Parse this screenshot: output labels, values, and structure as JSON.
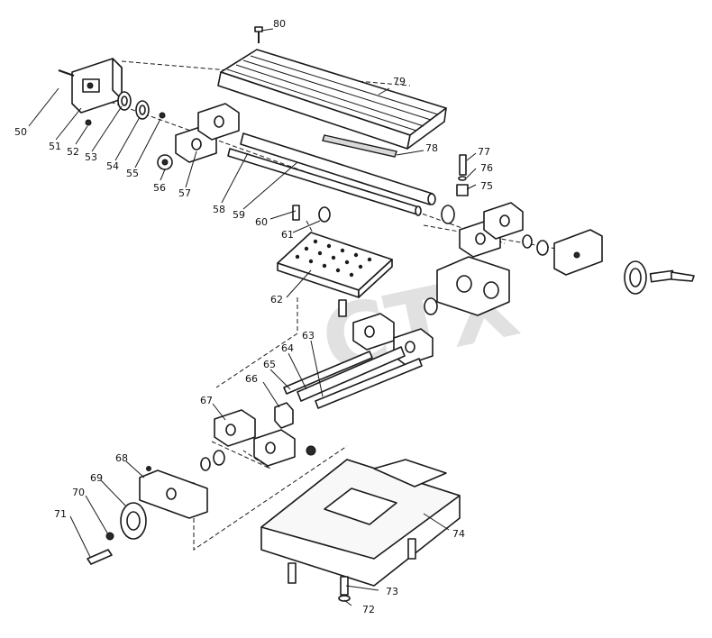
{
  "diagram": {
    "watermark": "CTX",
    "callouts": [
      {
        "id": "50",
        "label": "50"
      },
      {
        "id": "51",
        "label": "51"
      },
      {
        "id": "52",
        "label": "52"
      },
      {
        "id": "53",
        "label": "53"
      },
      {
        "id": "54",
        "label": "54"
      },
      {
        "id": "55",
        "label": "55"
      },
      {
        "id": "56",
        "label": "56"
      },
      {
        "id": "57",
        "label": "57"
      },
      {
        "id": "58",
        "label": "58"
      },
      {
        "id": "59",
        "label": "59"
      },
      {
        "id": "60",
        "label": "60"
      },
      {
        "id": "61",
        "label": "61"
      },
      {
        "id": "62",
        "label": "62"
      },
      {
        "id": "63",
        "label": "63"
      },
      {
        "id": "64",
        "label": "64"
      },
      {
        "id": "65",
        "label": "65"
      },
      {
        "id": "66",
        "label": "66"
      },
      {
        "id": "67",
        "label": "67"
      },
      {
        "id": "68",
        "label": "68"
      },
      {
        "id": "69",
        "label": "69"
      },
      {
        "id": "70",
        "label": "70"
      },
      {
        "id": "71",
        "label": "71"
      },
      {
        "id": "72",
        "label": "72"
      },
      {
        "id": "73",
        "label": "73"
      },
      {
        "id": "74",
        "label": "74"
      },
      {
        "id": "75",
        "label": "75"
      },
      {
        "id": "76",
        "label": "76"
      },
      {
        "id": "77",
        "label": "77"
      },
      {
        "id": "78",
        "label": "78"
      },
      {
        "id": "79",
        "label": "79"
      },
      {
        "id": "80",
        "label": "80"
      }
    ]
  }
}
